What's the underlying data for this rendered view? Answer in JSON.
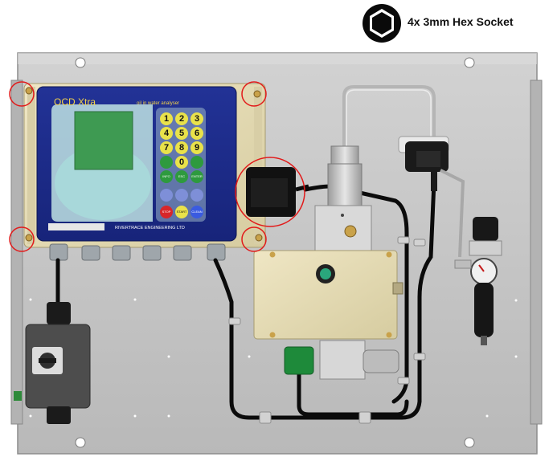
{
  "legend": {
    "icon": "hex-socket-icon",
    "label": "4x 3mm Hex Socket"
  },
  "analyser": {
    "brand": "OCD Xtra",
    "subtitle": "oil in water analyser",
    "maker": "RIVERTRACE ENGINEERING LTD",
    "keys": {
      "digits": [
        "1",
        "2",
        "3",
        "4",
        "5",
        "6",
        "7",
        "8",
        "9",
        "0"
      ],
      "row_function": [
        "INFO",
        "ESC",
        "ENTER"
      ],
      "row_blank": [
        "",
        "",
        ""
      ],
      "row_control": [
        "STOP",
        "START",
        "CLEAN"
      ]
    }
  },
  "colors": {
    "panel": "#c7c7c7",
    "analyser_housing": "#e4dbb5",
    "analyser_face": "#1c2a8c",
    "screen": "#3e9a52",
    "highlight_circle": "#e21a1a",
    "cable": "#0b0b0b",
    "junction_box": "#e8dcb0",
    "isolator": "#4d4d4d",
    "connector_green": "#1e8a3a"
  }
}
